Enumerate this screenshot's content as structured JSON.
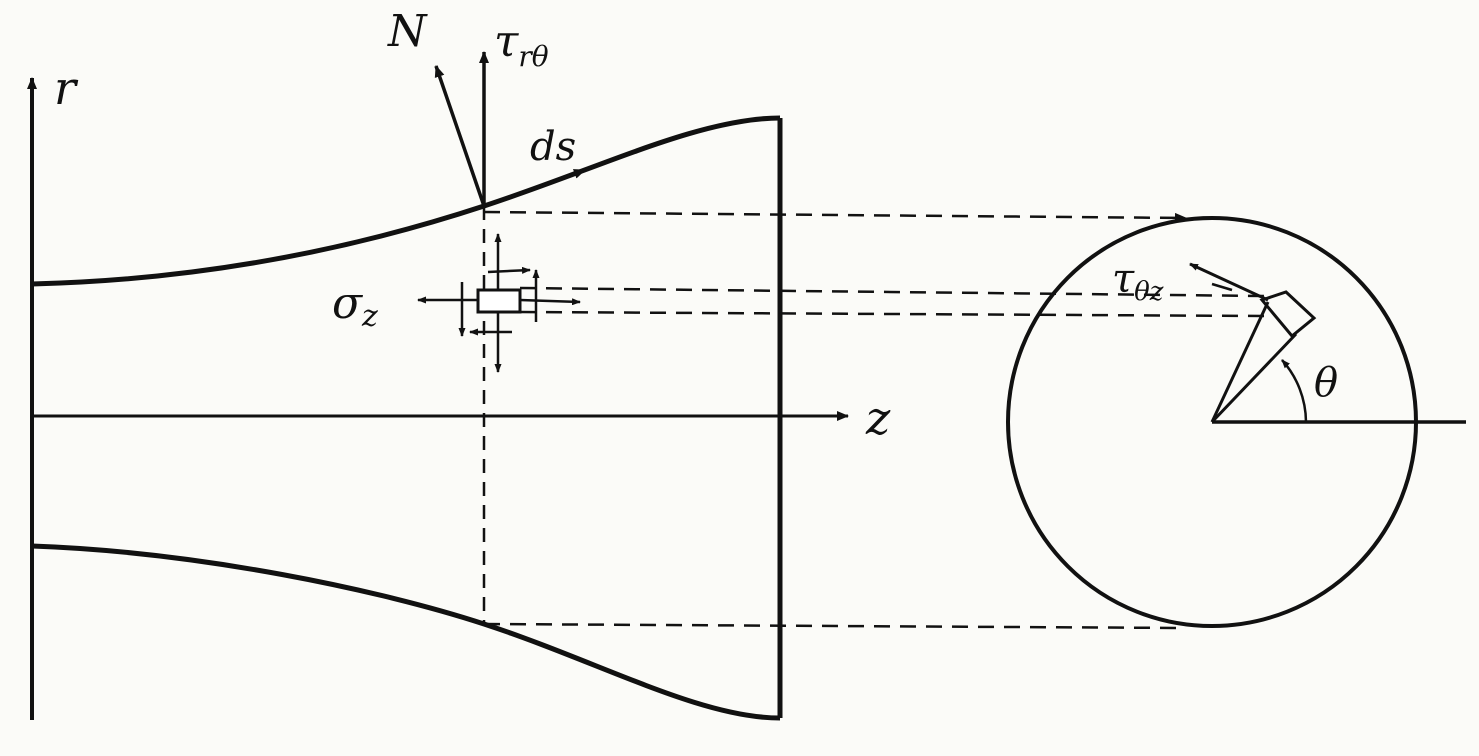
{
  "labels": {
    "r_axis": "r",
    "z_axis": "z",
    "normal": "N",
    "tau_r_theta": "τ",
    "tau_r_theta_sub": "rθ",
    "ds": "ds",
    "sigma_z": "σ",
    "sigma_z_sub": "z",
    "tau_theta_z": "τ",
    "tau_theta_z_sub": "θz",
    "theta": "θ"
  }
}
